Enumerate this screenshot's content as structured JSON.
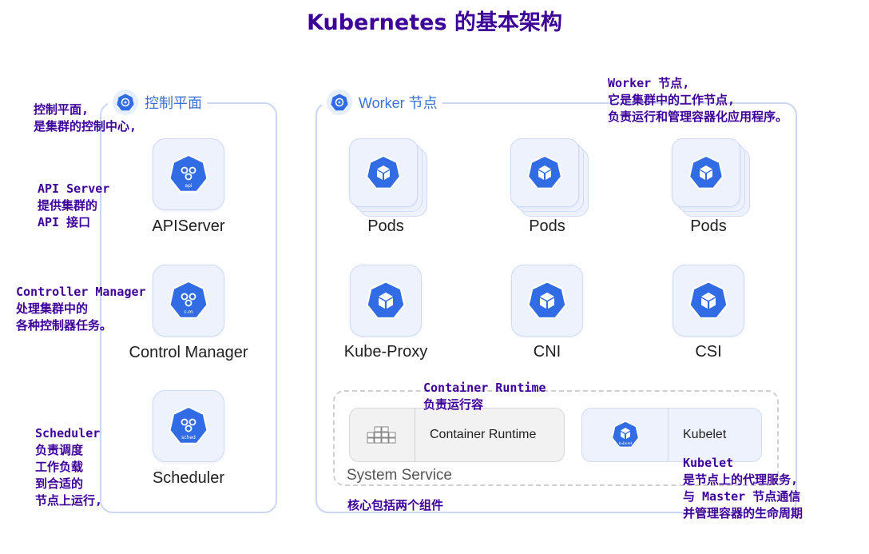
{
  "title": "Kubernetes 的基本架构",
  "control_plane": {
    "header": "控制平面",
    "components": [
      {
        "label": "APIServer",
        "badge": "api"
      },
      {
        "label": "Control Manager",
        "badge": "c-m"
      },
      {
        "label": "Scheduler",
        "badge": "sched"
      }
    ]
  },
  "worker": {
    "header": "Worker 节点",
    "cards": [
      {
        "label": "Pods"
      },
      {
        "label": "Pods"
      },
      {
        "label": "Pods"
      },
      {
        "label": "Kube-Proxy"
      },
      {
        "label": "CNI"
      },
      {
        "label": "CSI"
      }
    ],
    "system_service": {
      "label": "System Service",
      "runtime_label": "Container Runtime",
      "kubelet_label": "Kubelet",
      "kubelet_badge": "kubelet"
    }
  },
  "annotations": {
    "control_plane": [
      "控制平面,",
      "是集群的控制中心,"
    ],
    "api_server": [
      "API Server",
      "提供集群的",
      "API 接口"
    ],
    "controller_manager": [
      "Controller Manager",
      "处理集群中的",
      "各种控制器任务。"
    ],
    "scheduler": [
      "Scheduler",
      "负责调度",
      "工作负载",
      "到合适的",
      "节点上运行,"
    ],
    "worker": [
      "Worker 节点,",
      "它是集群中的工作节点,",
      "负责运行和管理容器化应用程序。"
    ],
    "container_runtime": [
      "Container Runtime",
      "负责运行容"
    ],
    "kubelet": [
      "Kubelet",
      "是节点上的代理服务,",
      "与 Master 节点通信",
      "并管理容器的生命周期"
    ],
    "core_components": [
      "核心包括两个组件"
    ]
  },
  "colors": {
    "accent": "#326ce5",
    "annotation": "#3d0099",
    "panel_border": "#cbd7f2",
    "card_bg": "#edf2fc"
  },
  "icons": {
    "component": "kubernetes-heptagon-icon",
    "pod": "cube-icon",
    "runtime": "container-blocks-icon"
  }
}
